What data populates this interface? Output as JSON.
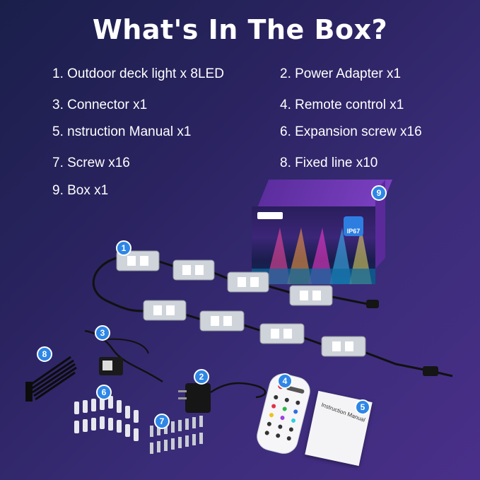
{
  "page": {
    "title": "What's In The Box?"
  },
  "items": [
    {
      "text": "1.  Outdoor deck light x 8LED"
    },
    {
      "text": "2.  Power Adapter x1"
    },
    {
      "text": "3.  Connector x1"
    },
    {
      "text": "4.  Remote control x1"
    },
    {
      "text": "5.  nstruction Manual x1"
    },
    {
      "text": "6.  Expansion screw x16"
    },
    {
      "text": "7.  Screw x16"
    },
    {
      "text": "8.  Fixed line x10"
    },
    {
      "text": "9.  Box x1"
    }
  ],
  "badges": [
    "1",
    "2",
    "3",
    "4",
    "5",
    "6",
    "7",
    "8",
    "9"
  ],
  "box": {
    "ip_rating": "IP67"
  },
  "manual": {
    "cover_text": "Instruction Manual"
  },
  "colors": {
    "badge_blue": "#2e86e6",
    "background_start": "#1a1f4a",
    "background_end": "#4a2f8a"
  }
}
